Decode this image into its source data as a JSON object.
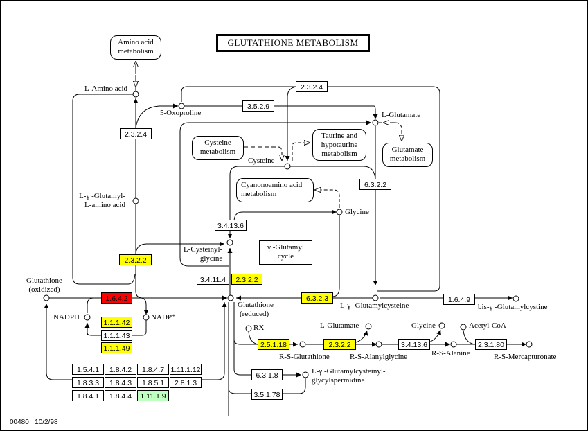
{
  "title": "GLUTATHIONE METABOLISM",
  "footer": {
    "map_id": "00480",
    "date": "10/2/98"
  },
  "colors": {
    "highlight_yellow": "#ffff00",
    "highlight_red": "#ff0000",
    "highlight_green": "#bfffbf",
    "line": "#000000"
  },
  "cycle_label": [
    "γ -Glutamyl",
    "cycle"
  ],
  "maps": [
    {
      "id": "amino-acid-metabolism",
      "lines": [
        "Amino acid",
        "metabolism"
      ]
    },
    {
      "id": "cysteine-metabolism",
      "lines": [
        "Cysteine",
        "metabolism"
      ]
    },
    {
      "id": "taurine-metabolism",
      "lines": [
        "Taurine and",
        "hypotaurine",
        "metabolism"
      ]
    },
    {
      "id": "glutamate-metabolism",
      "lines": [
        "Glutamate",
        "metabolism"
      ]
    },
    {
      "id": "cyanoamino-metabolism",
      "lines": [
        "Cyanonoamino acid",
        "metabolism"
      ]
    }
  ],
  "compounds": {
    "l_amino_acid": "L-Amino acid",
    "oxoproline": "5-Oxoproline",
    "l_glutamate": "L-Glutamate",
    "cysteine": "Cysteine",
    "glycine": "Glycine",
    "glu_amino_acid_1": "L-γ -Glutamyl-",
    "glu_amino_acid_2": "L-amino acid",
    "cysgly_1": "L-Cysteinyl-",
    "cysgly_2": "glycine",
    "gsh_ox_1": "Glutathione",
    "gsh_ox_2": "(oxidized)",
    "gsh_red_1": "Glutathione",
    "gsh_red_2": "(reduced)",
    "glu_cys": "L-γ -Glutamylcysteine",
    "bis_glu_cys": "bis-γ -Glutamylcystine",
    "nadph": "NADPH",
    "nadp": "NADP⁺",
    "rx": "RX",
    "l_glutamate_2": "L-Glutamate",
    "glycine_2": "Glycine",
    "acetyl_coa": "Acetyl-CoA",
    "rs_glutathione": "R-S-Glutathione",
    "rs_alanylglycine": "R-S-Alanylglycine",
    "rs_alanine": "R-S-Alanine",
    "rs_mercapturonate": "R-S-Mercapturonate",
    "spermidine_1": "L-γ -Glutamylcysteinyl-",
    "spermidine_2": "glycylspermidine"
  },
  "enzymes": [
    {
      "ec": "2.3.2.4",
      "highlight": "none"
    },
    {
      "ec": "3.5.2.9",
      "highlight": "none"
    },
    {
      "ec": "2.3.2.4",
      "highlight": "none"
    },
    {
      "ec": "6.3.2.2",
      "highlight": "none"
    },
    {
      "ec": "3.4.13.6",
      "highlight": "none"
    },
    {
      "ec": "2.3.2.2",
      "highlight": "yellow"
    },
    {
      "ec": "3.4.11.4",
      "highlight": "none"
    },
    {
      "ec": "2.3.2.2",
      "highlight": "yellow"
    },
    {
      "ec": "6.3.2.3",
      "highlight": "yellow"
    },
    {
      "ec": "1.6.4.9",
      "highlight": "none"
    },
    {
      "ec": "1.6.4.2",
      "highlight": "red"
    },
    {
      "ec": "1.1.1.42",
      "highlight": "yellow"
    },
    {
      "ec": "1.1.1.43",
      "highlight": "none"
    },
    {
      "ec": "1.1.1.49",
      "highlight": "yellow"
    },
    {
      "ec": "2.5.1.18",
      "highlight": "yellow"
    },
    {
      "ec": "2.3.2.2",
      "highlight": "yellow"
    },
    {
      "ec": "3.4.13.6",
      "highlight": "none"
    },
    {
      "ec": "2.3.1.80",
      "highlight": "none"
    },
    {
      "ec": "6.3.1.8",
      "highlight": "none"
    },
    {
      "ec": "3.5.1.78",
      "highlight": "none"
    },
    {
      "ec": "1.5.4.1",
      "highlight": "none"
    },
    {
      "ec": "1.8.4.2",
      "highlight": "none"
    },
    {
      "ec": "1.8.4.7",
      "highlight": "none"
    },
    {
      "ec": "1.11.1.12",
      "highlight": "none"
    },
    {
      "ec": "1.8.3.3",
      "highlight": "none"
    },
    {
      "ec": "1.8.4.3",
      "highlight": "none"
    },
    {
      "ec": "1.8.5.1",
      "highlight": "none"
    },
    {
      "ec": "2.8.1.3",
      "highlight": "none"
    },
    {
      "ec": "1.8.4.1",
      "highlight": "none"
    },
    {
      "ec": "1.8.4.4",
      "highlight": "none"
    },
    {
      "ec": "1.11.1.9",
      "highlight": "green"
    }
  ]
}
